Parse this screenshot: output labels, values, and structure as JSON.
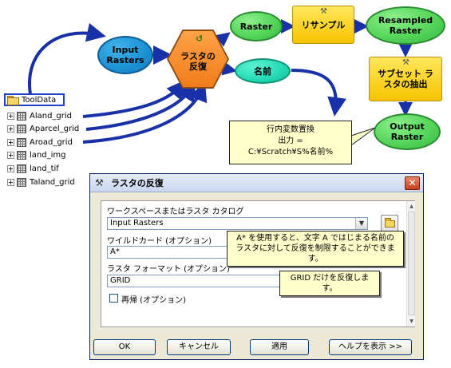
{
  "model": {
    "input_rasters": "Input\nRasters",
    "iterate": "ラスタの\n反復",
    "raster": "Raster",
    "name": "名前",
    "resample": "リサンプル",
    "resampled": "Resampled\nRaster",
    "subset": "サブセット ラ\nスタの抽出",
    "output": "Output\nRaster",
    "callout": [
      "行内変数置換",
      "出力 =",
      "C:¥Scratch¥S%名前%"
    ]
  },
  "tree": {
    "root": "ToolData",
    "items": [
      "Aland_grid",
      "Aparcel_grid",
      "Aroad_grid",
      "land_img",
      "land_tif",
      "Taland_grid"
    ]
  },
  "dialog": {
    "title": "ラスタの反復",
    "workspace_label": "ワークスペースまたはラスタ カタログ",
    "workspace_value": "Input Rasters",
    "wildcard_label": "ワイルドカード (オプション)",
    "wildcard_value": "A*",
    "format_label": "ラスタ フォーマット (オプション)",
    "format_value": "GRID",
    "recursive_label": "再帰 (オプション)",
    "tip_wildcard": [
      "A* を使用すると、文字 A ではじまる名前の",
      "ラスタに対して反復を制限することができます。"
    ],
    "tip_format": "GRID だけを反復します。",
    "buttons": {
      "ok": "OK",
      "cancel": "キャンセル",
      "apply": "適用",
      "help": "ヘルプを表示 >>"
    }
  },
  "colors": {
    "blue_oval": "#1e93d5",
    "green_oval": "#55d55a",
    "teal_oval": "#23d9b4",
    "orange_hex": "#f07c1a",
    "yellow_tool": "#ffd633",
    "arrow_blue": "#1830a8",
    "callout_bg": "#ffffcc"
  }
}
